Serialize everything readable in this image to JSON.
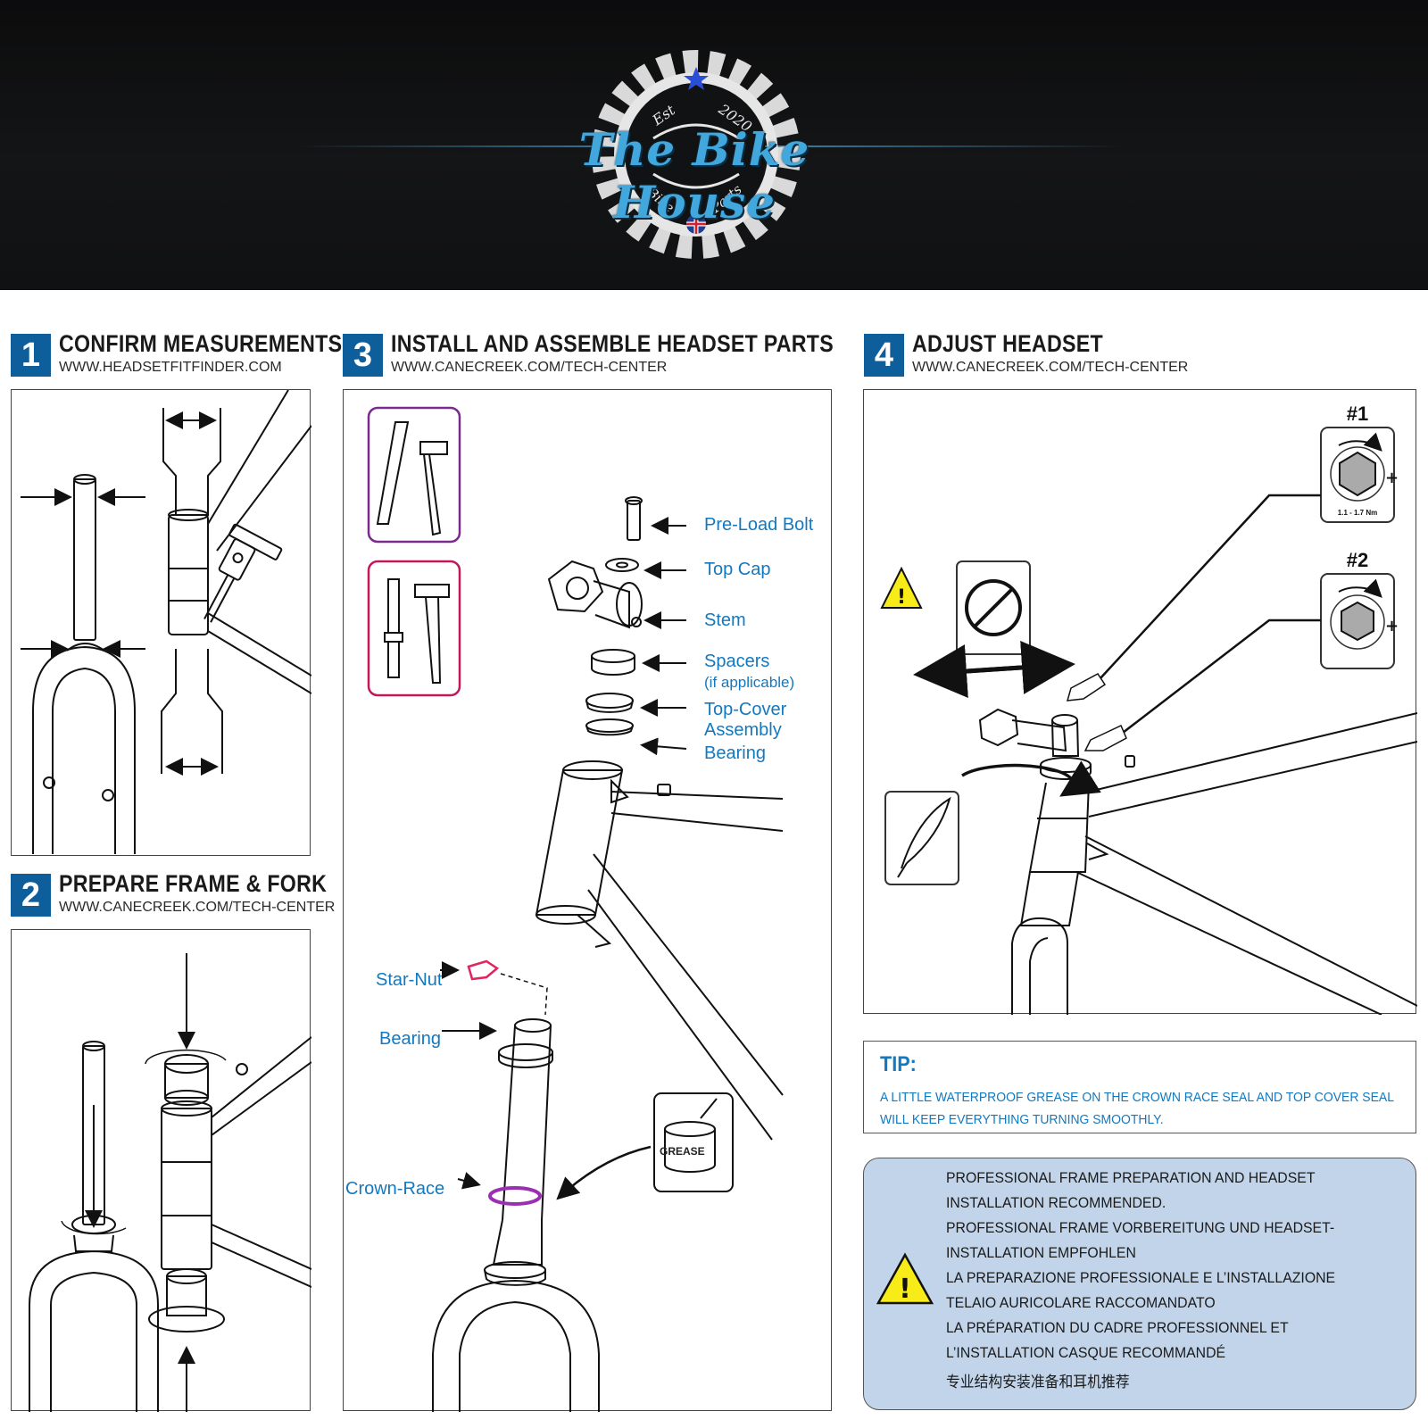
{
  "brand": {
    "name": "The Bike House",
    "est_label": "Est",
    "year": "2020",
    "tag_left": "Bike",
    "tag_right": "Parts"
  },
  "sections": [
    {
      "num": "1",
      "title": "CONFIRM MEASUREMENTS",
      "url": "WWW.HEADSETFITFINDER.COM"
    },
    {
      "num": "2",
      "title": "PREPARE FRAME & FORK",
      "url": "WWW.CANECREEK.COM/TECH-CENTER"
    },
    {
      "num": "3",
      "title": "INSTALL AND ASSEMBLE HEADSET PARTS",
      "url": "WWW.CANECREEK.COM/TECH-CENTER"
    },
    {
      "num": "4",
      "title": "ADJUST HEADSET",
      "url": "WWW.CANECREEK.COM/TECH-CENTER"
    }
  ],
  "parts": {
    "preload_bolt": "Pre-Load Bolt",
    "top_cap": "Top Cap",
    "stem": "Stem",
    "spacers": "Spacers",
    "spacers_note": "(if applicable)",
    "top_cover": "Top-Cover",
    "assembly": "Assembly",
    "bearing_upper": "Bearing",
    "star_nut": "Star-Nut",
    "bearing_lower": "Bearing",
    "crown_race": "Crown-Race",
    "grease": "GREASE"
  },
  "adjust": {
    "step1": "#1",
    "step2": "#2",
    "torque": "1.1 - 1.7 Nm"
  },
  "tip": {
    "heading": "TIP:",
    "line1": "A LITTLE WATERPROOF GREASE ON THE CROWN RACE SEAL AND TOP COVER SEAL",
    "line2": "WILL KEEP EVERYTHING TURNING SMOOTHLY."
  },
  "warning": {
    "lines": [
      "PROFESSIONAL FRAME PREPARATION AND HEADSET",
      "INSTALLATION RECOMMENDED.",
      "PROFESSIONAL FRAME VORBEREITUNG UND HEADSET-",
      "INSTALLATION EMPFOHLEN",
      "LA PREPARAZIONE PROFESSIONALE E L’INSTALLAZIONE",
      "TELAIO AURICOLARE RACCOMANDATO",
      "LA PRÉPARATION DU CADRE PROFESSIONNEL ET",
      "L’INSTALLATION CASQUE RECOMMANDÉ",
      "专业结构安装准备和耳机推荐"
    ]
  },
  "colors": {
    "header_bg": "#111213",
    "brand_blue": "#41a7dc",
    "section_badge": "#0f5e9c",
    "label_blue": "#1279c0",
    "warning_bg": "#c1d4ea",
    "warning_yellow": "#f7ec17",
    "tool_frame_purple": "#7a2a8c",
    "tool_frame_pink": "#c2185b",
    "star_nut_color": "#e0245e",
    "crown_race_color": "#9b2fb4"
  }
}
